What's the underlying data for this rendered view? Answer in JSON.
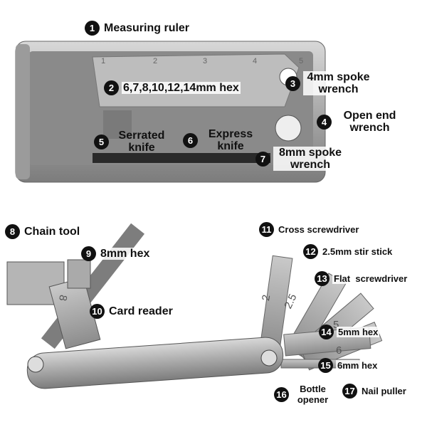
{
  "ruler_ticks": [
    "1",
    "2",
    "3",
    "4",
    "5"
  ],
  "etched_marks": [
    "8",
    "2",
    "2.5",
    "5",
    "6"
  ],
  "callouts": [
    {
      "n": "1",
      "label": "Measuring ruler"
    },
    {
      "n": "2",
      "label": "6,7,8,10,12,14mm hex"
    },
    {
      "n": "3",
      "label": "4mm spoke wrench"
    },
    {
      "n": "4",
      "label": "Open end wrench"
    },
    {
      "n": "5",
      "label": "Serrated knife"
    },
    {
      "n": "6",
      "label": "Express knife"
    },
    {
      "n": "7",
      "label": "8mm spoke wrench"
    },
    {
      "n": "8",
      "label": "Chain tool"
    },
    {
      "n": "9",
      "label": "8mm hex"
    },
    {
      "n": "10",
      "label": "Card reader"
    },
    {
      "n": "11",
      "label": "Cross screwdriver"
    },
    {
      "n": "12",
      "label": "2.5mm stir stick"
    },
    {
      "n": "13",
      "label": "Flat  screwdriver"
    },
    {
      "n": "14",
      "label": "5mm hex"
    },
    {
      "n": "15",
      "label": "6mm hex"
    },
    {
      "n": "16",
      "label": "Bottle opener"
    },
    {
      "n": "17",
      "label": "Nail puller"
    }
  ]
}
